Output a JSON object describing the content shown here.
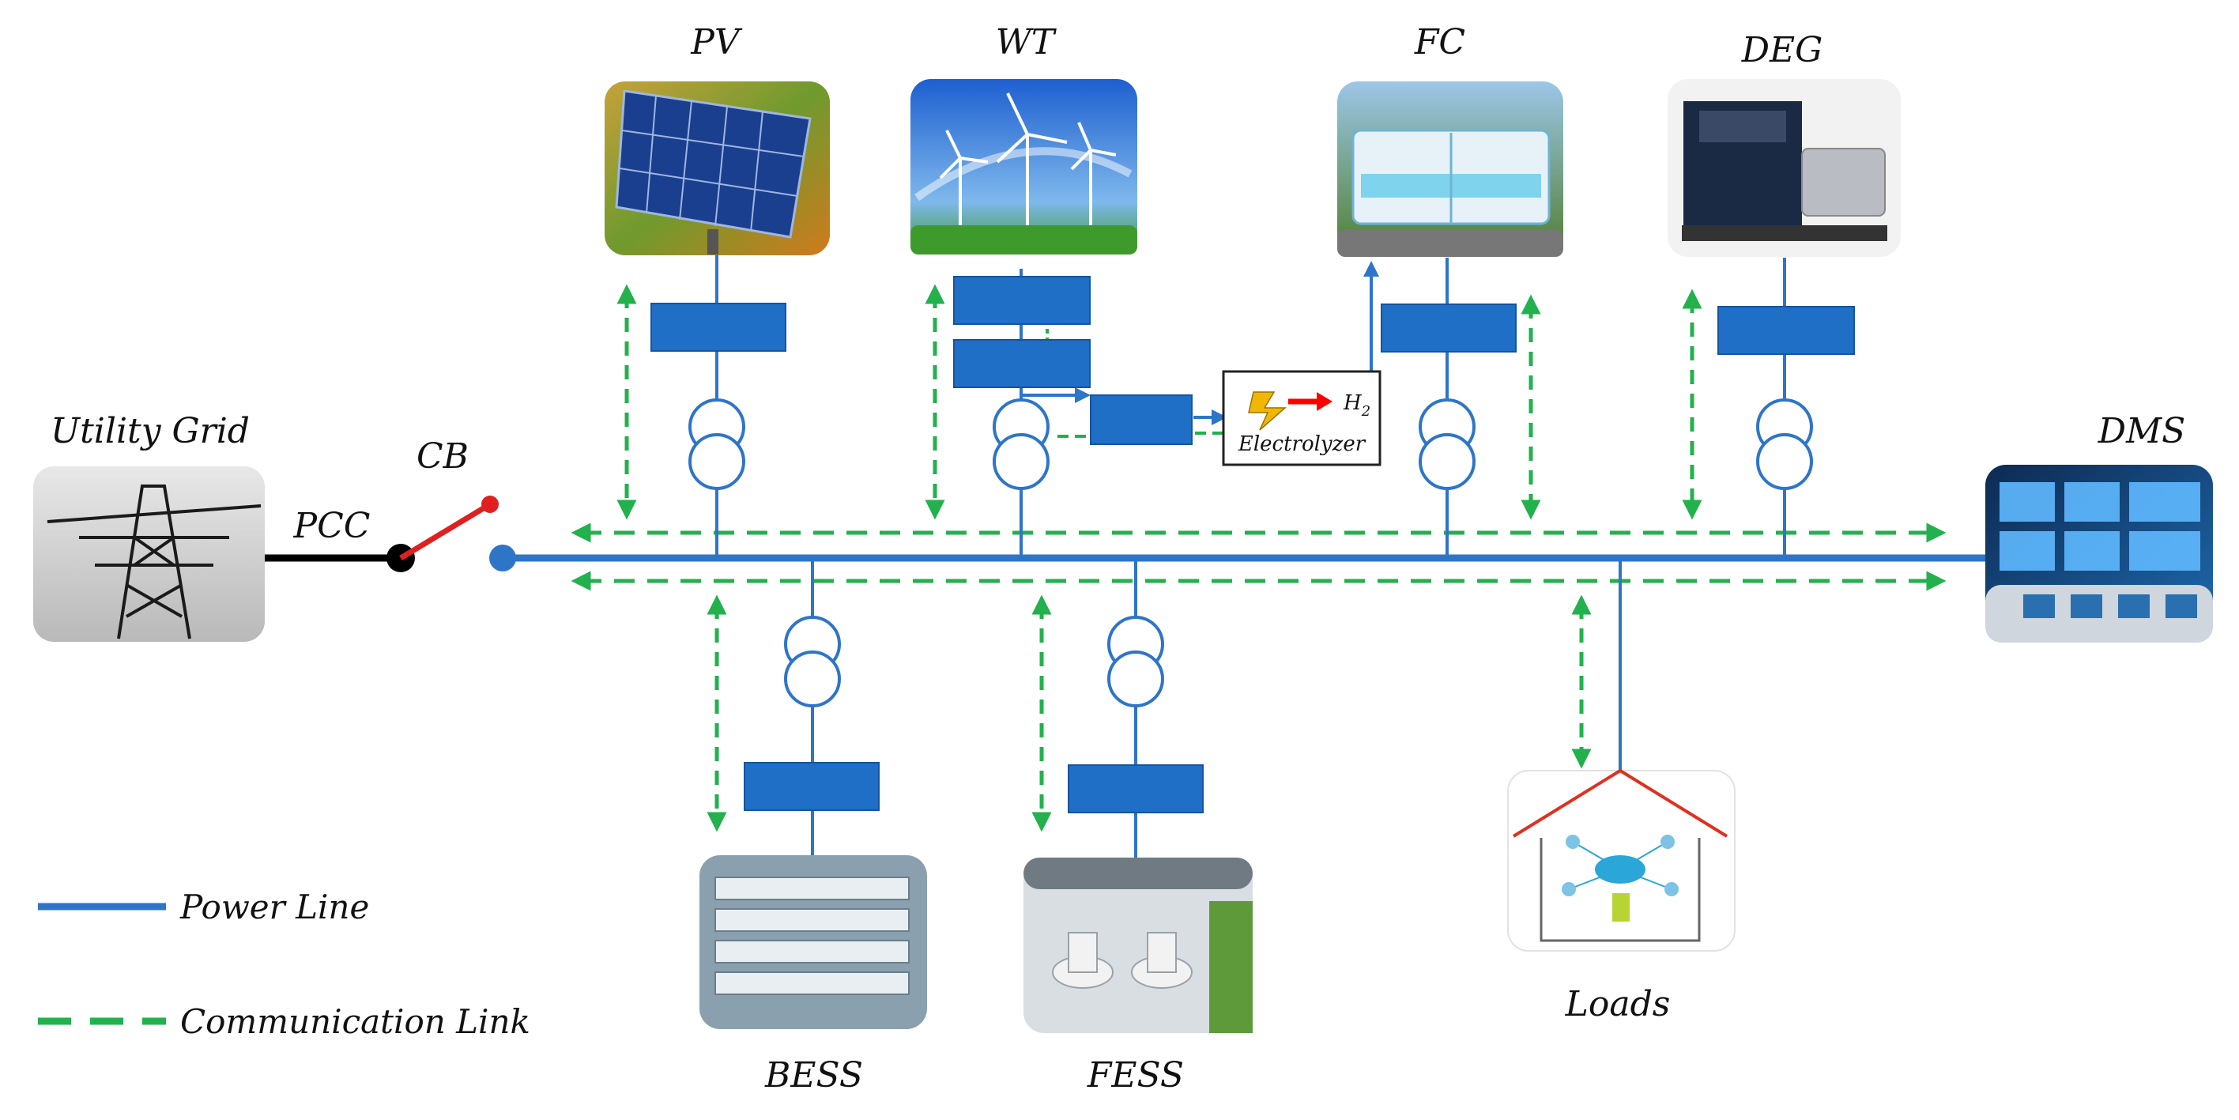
{
  "labels": {
    "pv": "PV",
    "wt": "WT",
    "fc": "FC",
    "deg": "DEG",
    "utility_grid": "Utility Grid",
    "cb": "CB",
    "pcc": "PCC",
    "dms": "DMS",
    "bess": "BESS",
    "fess": "FESS",
    "loads": "Loads",
    "electrolyzer": "Electrolyzer",
    "h2": "H",
    "h2_sub": "2"
  },
  "legend": {
    "power_line": "Power Line",
    "communication_link": "Communication Link"
  },
  "colors": {
    "power_line": "#2E75C8",
    "converter_box": "#1F6FC6",
    "communication": "#22B14C",
    "breaker": "#E02020",
    "grid_connection": "#000000",
    "electrolyzer_arrow": "#FF0000"
  },
  "icons": {
    "pv": "solar-panel-photo-icon",
    "wt": "wind-turbine-photo-icon",
    "fc": "fuel-cell-photo-icon",
    "deg": "diesel-generator-photo-icon",
    "utility_grid": "transmission-tower-photo-icon",
    "dms": "control-room-photo-icon",
    "bess": "battery-storage-photo-icon",
    "fess": "flywheel-storage-photo-icon",
    "loads": "smart-home-icon"
  }
}
